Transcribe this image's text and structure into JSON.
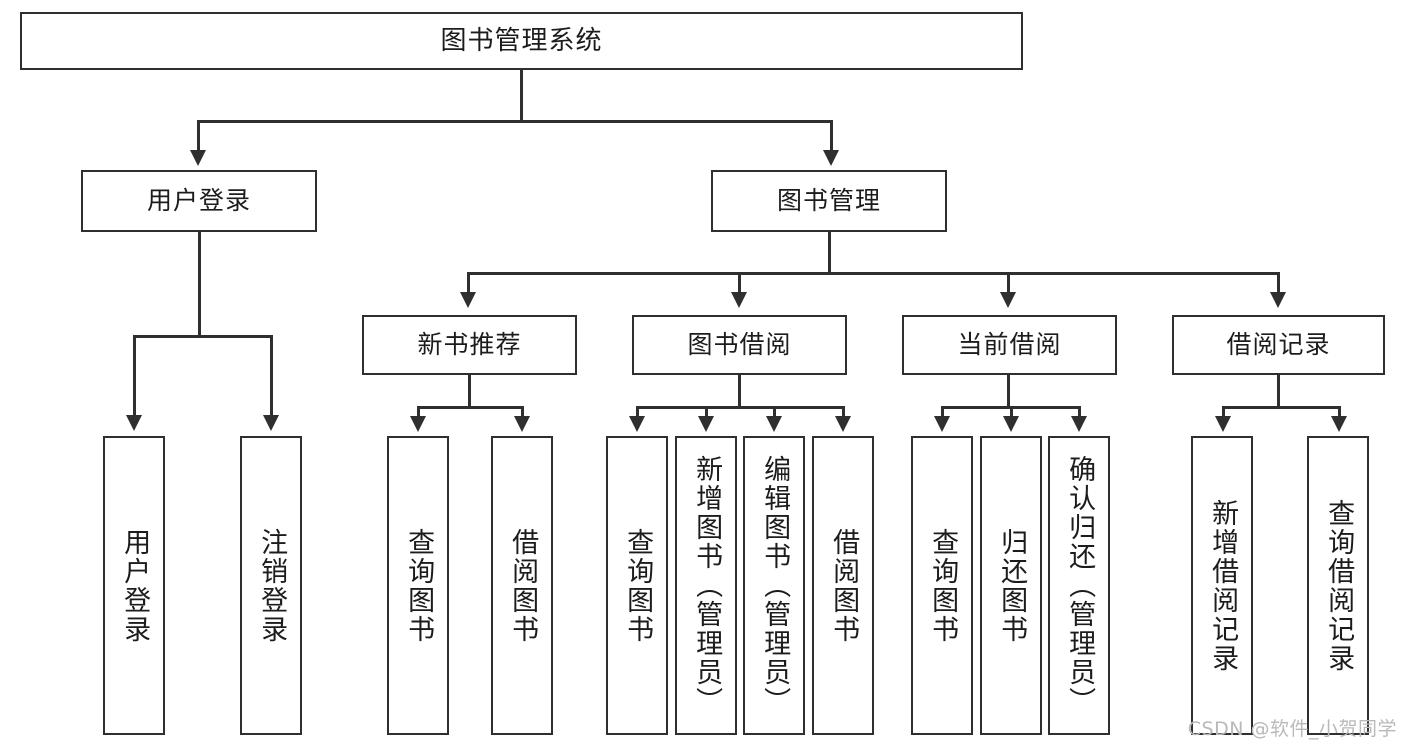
{
  "diagram": {
    "title": "图书管理系统",
    "watermark": "CSDN @软件_小贺同学",
    "colors": {
      "stroke": "#2f2f2f",
      "fill": "#ffffff",
      "text": "#1c1c1c",
      "watermark": "#b9b9b9"
    },
    "nodes": {
      "root": {
        "label": "图书管理系统"
      },
      "level2": [
        {
          "id": "user-login",
          "label": "用户登录"
        },
        {
          "id": "book-manage",
          "label": "图书管理"
        }
      ],
      "level3": [
        {
          "id": "new-book-recommend",
          "label": "新书推荐"
        },
        {
          "id": "book-borrow",
          "label": "图书借阅"
        },
        {
          "id": "current-borrow",
          "label": "当前借阅"
        },
        {
          "id": "borrow-record",
          "label": "借阅记录"
        }
      ],
      "leaves": {
        "user_login": [
          {
            "id": "leaf-user-login",
            "label": "用户登录"
          },
          {
            "id": "leaf-logout-login",
            "label": "注销登录"
          }
        ],
        "new_book_recommend": [
          {
            "id": "leaf-query-book-1",
            "label": "查询图书"
          },
          {
            "id": "leaf-borrow-book-1",
            "label": "借阅图书"
          }
        ],
        "book_borrow": [
          {
            "id": "leaf-query-book-2",
            "label": "查询图书"
          },
          {
            "id": "leaf-add-book",
            "label": "新增图书（管理员）"
          },
          {
            "id": "leaf-edit-book",
            "label": "编辑图书（管理员）"
          },
          {
            "id": "leaf-borrow-book-2",
            "label": "借阅图书"
          }
        ],
        "current_borrow": [
          {
            "id": "leaf-query-book-3",
            "label": "查询图书"
          },
          {
            "id": "leaf-return-book",
            "label": "归还图书"
          },
          {
            "id": "leaf-confirm-return",
            "label": "确认归还（管理员）"
          }
        ],
        "borrow_record": [
          {
            "id": "leaf-add-record",
            "label": "新增借阅记录"
          },
          {
            "id": "leaf-query-record",
            "label": "查询借阅记录"
          }
        ]
      }
    }
  }
}
